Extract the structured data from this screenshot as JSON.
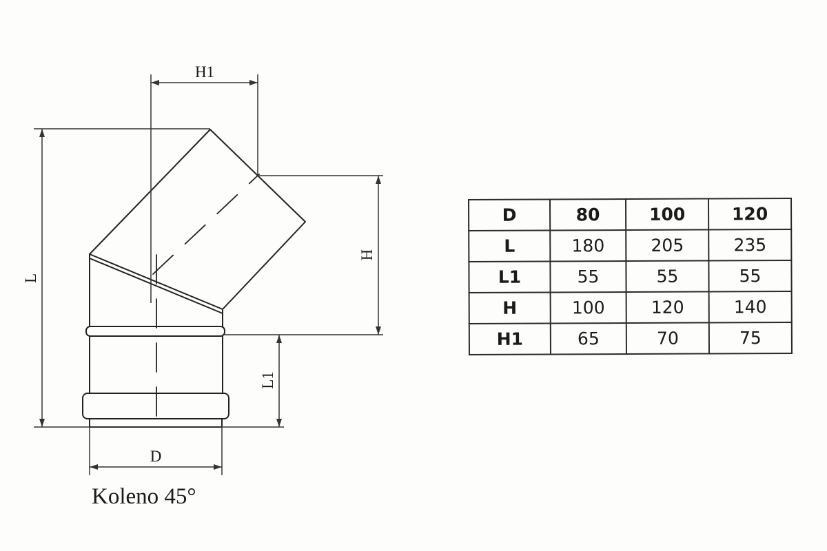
{
  "diagram": {
    "labels": {
      "H1": "H1",
      "L": "L",
      "H": "H",
      "L1": "L1",
      "D": "D"
    },
    "caption": "Koleno 45°"
  },
  "table": {
    "header": [
      "D",
      "80",
      "100",
      "120"
    ],
    "rows": [
      {
        "param": "L",
        "values": [
          "180",
          "205",
          "235"
        ]
      },
      {
        "param": "L1",
        "values": [
          "55",
          "55",
          "55"
        ]
      },
      {
        "param": "H",
        "values": [
          "100",
          "120",
          "140"
        ]
      },
      {
        "param": "H1",
        "values": [
          "65",
          "70",
          "75"
        ]
      }
    ]
  }
}
